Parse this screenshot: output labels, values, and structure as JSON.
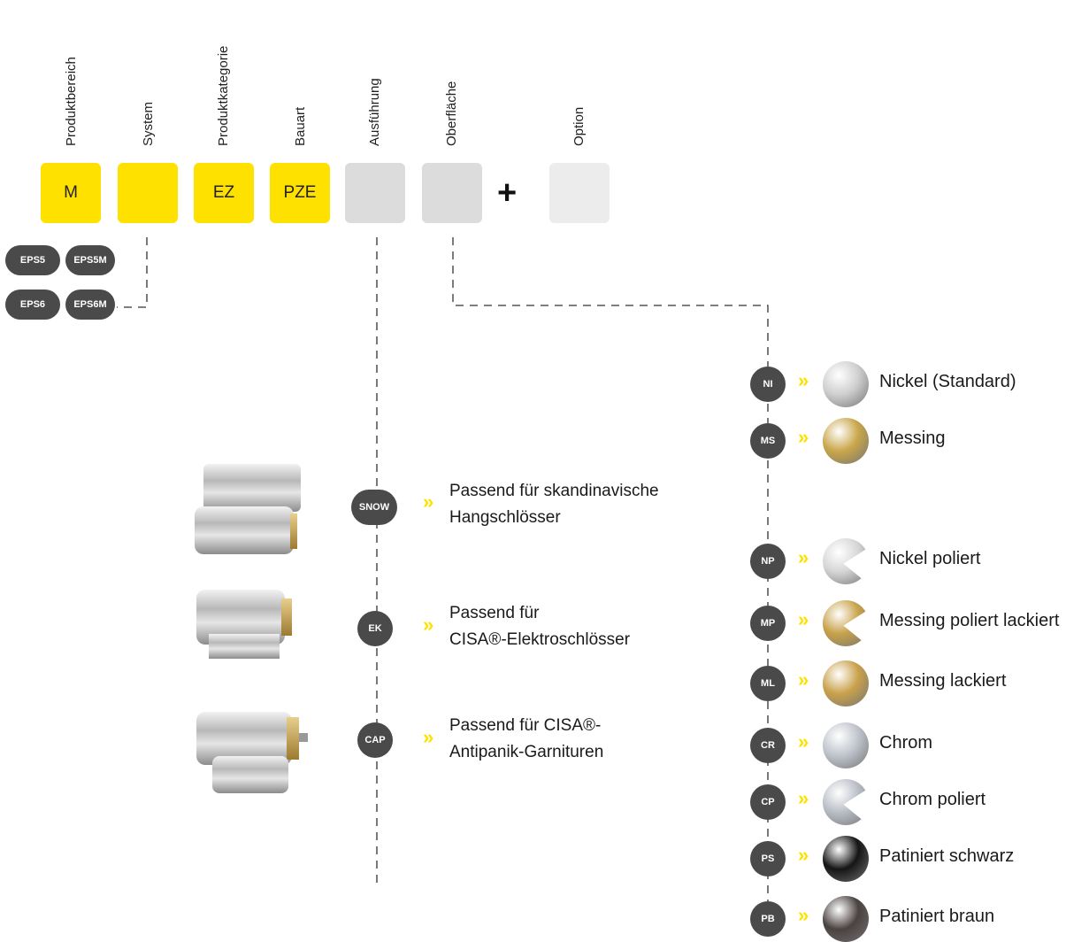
{
  "columns": {
    "produktbereich": "Produktbereich",
    "system": "System",
    "produktkategorie": "Produktkategorie",
    "bauart": "Bauart",
    "ausfuehrung": "Ausführung",
    "oberflaeche": "Oberfläche",
    "option": "Option"
  },
  "boxes": {
    "produktbereich": "M",
    "system": "",
    "produktkategorie": "EZ",
    "bauart": "PZE",
    "ausfuehrung": "",
    "oberflaeche": "",
    "option": ""
  },
  "plus_symbol": "+",
  "system_options": [
    "EPS5",
    "EPS5M",
    "EPS6",
    "EPS6M"
  ],
  "ausfuehrung_options": [
    {
      "code": "SNOW",
      "line1": "Passend für skandinavische",
      "line2": "Hangschlösser"
    },
    {
      "code": "EK",
      "line1": "Passend für",
      "line2": "CISA®-Elektroschlösser"
    },
    {
      "code": "CAP",
      "line1": "Passend für CISA®-",
      "line2": "Antipanik-Garnituren"
    }
  ],
  "oberflaeche_options": [
    {
      "code": "NI",
      "label": "Nickel (Standard)",
      "color": "#cfcfcf"
    },
    {
      "code": "MS",
      "label": "Messing",
      "color": "#c9a64a"
    },
    {
      "code": "NP",
      "label": "Nickel poliert",
      "color": "#d6d6d6"
    },
    {
      "code": "MP",
      "label": "Messing poliert lackiert",
      "color": "#c8a24a"
    },
    {
      "code": "ML",
      "label": "Messing lackiert",
      "color": "#c9a14b"
    },
    {
      "code": "CR",
      "label": "Chrom",
      "color": "#bfc4cc"
    },
    {
      "code": "CP",
      "label": "Chrom poliert",
      "color": "#b9bec6"
    },
    {
      "code": "PS",
      "label": "Patiniert schwarz",
      "color": "#151515"
    },
    {
      "code": "PB",
      "label": "Patiniert braun",
      "color": "#4a4240"
    }
  ],
  "chevron": "»",
  "colors": {
    "accent_yellow": "#ffe100",
    "badge": "#4a4a4a",
    "box_grey": "#dcdcdc"
  }
}
